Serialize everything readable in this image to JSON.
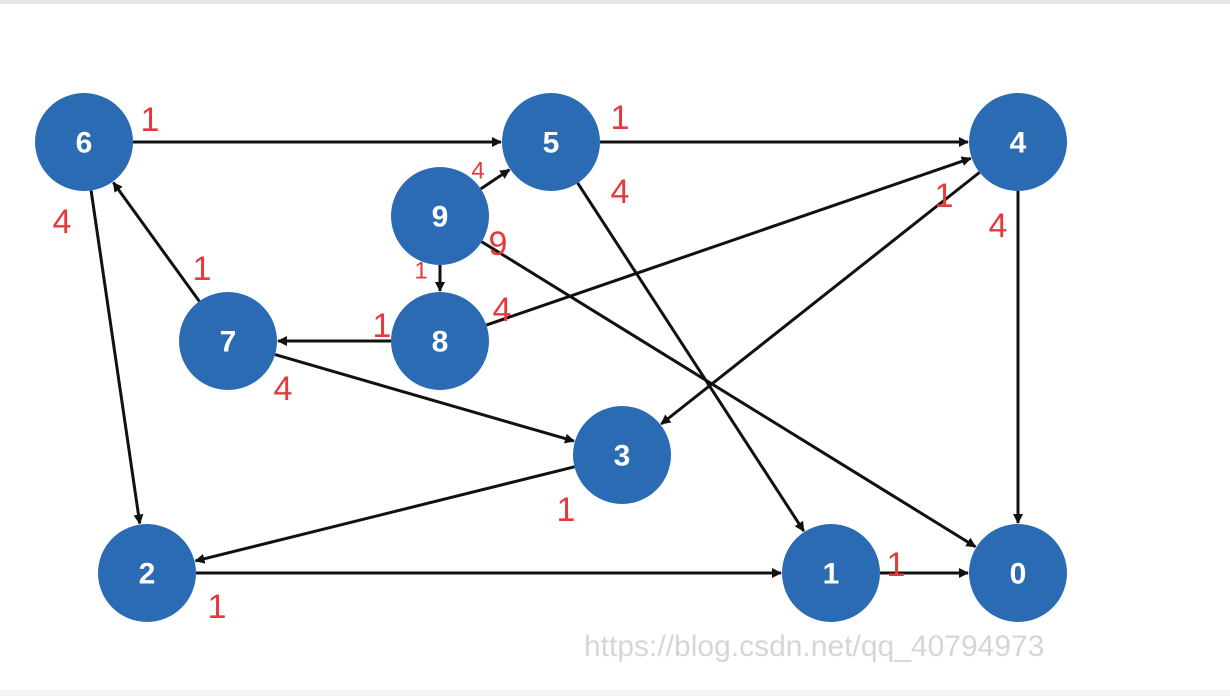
{
  "nodes": [
    {
      "id": "6",
      "label": "6"
    },
    {
      "id": "5",
      "label": "5"
    },
    {
      "id": "4",
      "label": "4"
    },
    {
      "id": "9",
      "label": "9"
    },
    {
      "id": "7",
      "label": "7"
    },
    {
      "id": "8",
      "label": "8"
    },
    {
      "id": "3",
      "label": "3"
    },
    {
      "id": "2",
      "label": "2"
    },
    {
      "id": "1",
      "label": "1"
    },
    {
      "id": "0",
      "label": "0"
    }
  ],
  "edges": [
    {
      "from": "6",
      "to": "5",
      "weight": "1"
    },
    {
      "from": "6",
      "to": "2",
      "weight": "4"
    },
    {
      "from": "5",
      "to": "4",
      "weight": "1"
    },
    {
      "from": "5",
      "to": "1",
      "weight": "4"
    },
    {
      "from": "4",
      "to": "3",
      "weight": "1"
    },
    {
      "from": "4",
      "to": "0",
      "weight": "4"
    },
    {
      "from": "9",
      "to": "5",
      "weight": "4"
    },
    {
      "from": "9",
      "to": "0",
      "weight": "9"
    },
    {
      "from": "9",
      "to": "8",
      "weight": "1"
    },
    {
      "from": "8",
      "to": "7",
      "weight": "1"
    },
    {
      "from": "8",
      "to": "4",
      "weight": "4"
    },
    {
      "from": "7",
      "to": "6",
      "weight": "1"
    },
    {
      "from": "7",
      "to": "3",
      "weight": "4"
    },
    {
      "from": "3",
      "to": "2",
      "weight": "1"
    },
    {
      "from": "2",
      "to": "1",
      "weight": "1"
    },
    {
      "from": "1",
      "to": "0",
      "weight": "1"
    }
  ],
  "colors": {
    "node_fill": "#2a6bb3",
    "node_text": "#ffffff",
    "edge": "#111111",
    "weight": "#e53a3a"
  },
  "watermark": "https://blog.csdn.net/qq_40794973"
}
